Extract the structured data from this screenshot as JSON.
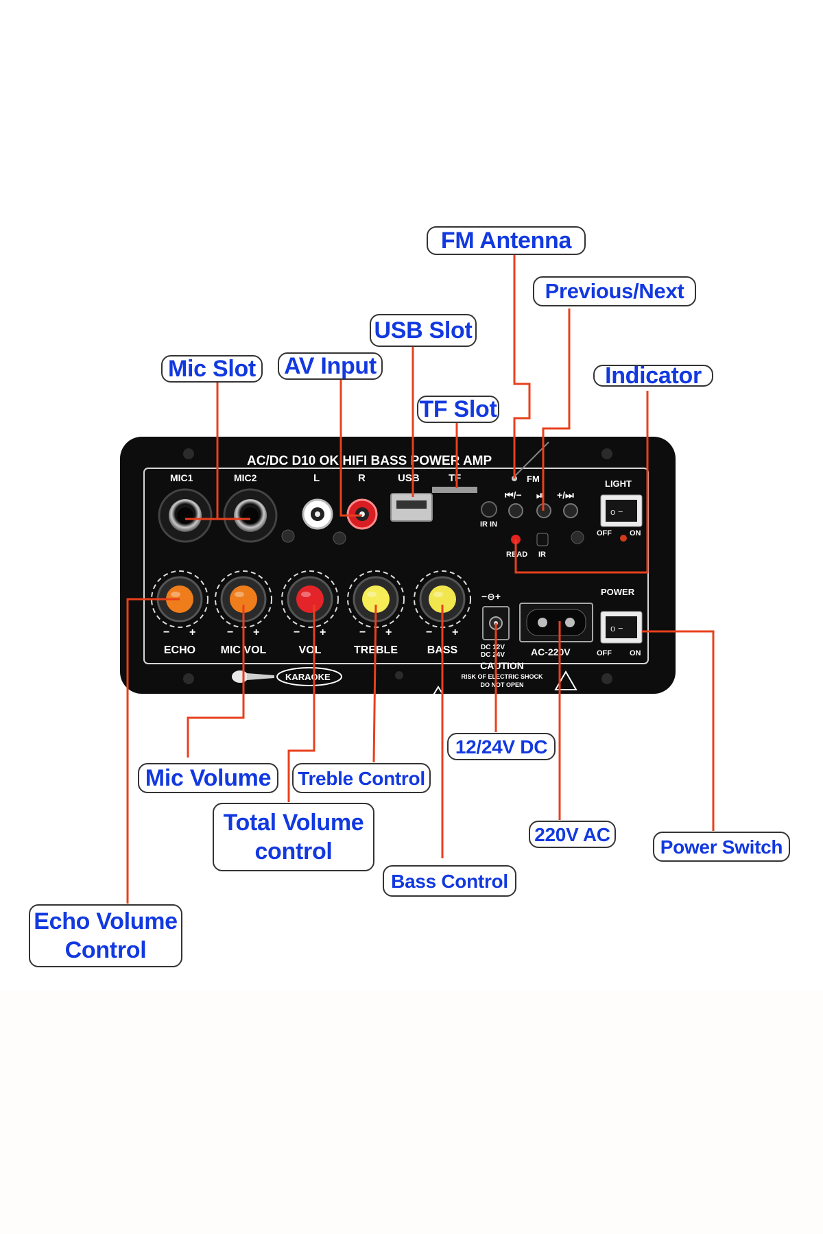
{
  "panel": {
    "title": "AC/DC  D10 OK  HIFI   BASS  POWER  AMP",
    "jacks": {
      "mic1": "MIC1",
      "mic2": "MIC2",
      "left": "L",
      "right": "R",
      "usb": "USB",
      "tf": "TF",
      "ir_in": "IR IN",
      "fm": "FM"
    },
    "buttons": {
      "prev": "⏮/−",
      "play": "⏯",
      "next": "+/⏭"
    },
    "light_switch": {
      "title": "LIGHT",
      "off": "OFF",
      "on": "ON"
    },
    "indicators": {
      "read": "READ",
      "ir": "IR"
    },
    "knobs": [
      {
        "label": "ECHO",
        "color": "#ef7d1b"
      },
      {
        "label": "MIC VOL",
        "color": "#ef7d1b"
      },
      {
        "label": "VOL",
        "color": "#e5242a"
      },
      {
        "label": "TREBLE",
        "color": "#f6ec58"
      },
      {
        "label": "BASS",
        "color": "#f2e64f"
      }
    ],
    "knob_signs": {
      "minus": "−",
      "plus": "+"
    },
    "dc_socket": {
      "symbol": "−⊖+",
      "label_1": "DC 12V",
      "label_2": "DC 24V"
    },
    "ac_socket": {
      "label": "AC-220V"
    },
    "power_switch": {
      "title": "POWER",
      "off": "OFF",
      "on": "ON"
    },
    "karaoke": "KARAOKE",
    "caution": {
      "title": "CAUTION",
      "line_1": "RISK OF ELECTRIC SHOCK",
      "line_2": "DO NOT OPEN"
    }
  },
  "callouts": {
    "fm_antenna": "FM Antenna",
    "previous_next": "Previous/Next",
    "usb_slot": "USB Slot",
    "mic_slot": "Mic Slot",
    "av_input": "AV Input",
    "indicator": "Indicator",
    "tf_slot": "TF Slot",
    "dc": "12/24V DC",
    "mic_volume": "Mic Volume",
    "treble_control": "Treble Control",
    "total_volume_1": "Total Volume",
    "total_volume_2": "control",
    "ac": "220V AC",
    "power_switch": "Power Switch",
    "bass_control": "Bass Control",
    "echo_volume_1": "Echo Volume",
    "echo_volume_2": "Control"
  },
  "colors": {
    "callout_text": "#1239e0",
    "leader_line": "#e8401c",
    "panel": "#0d0d0d"
  }
}
